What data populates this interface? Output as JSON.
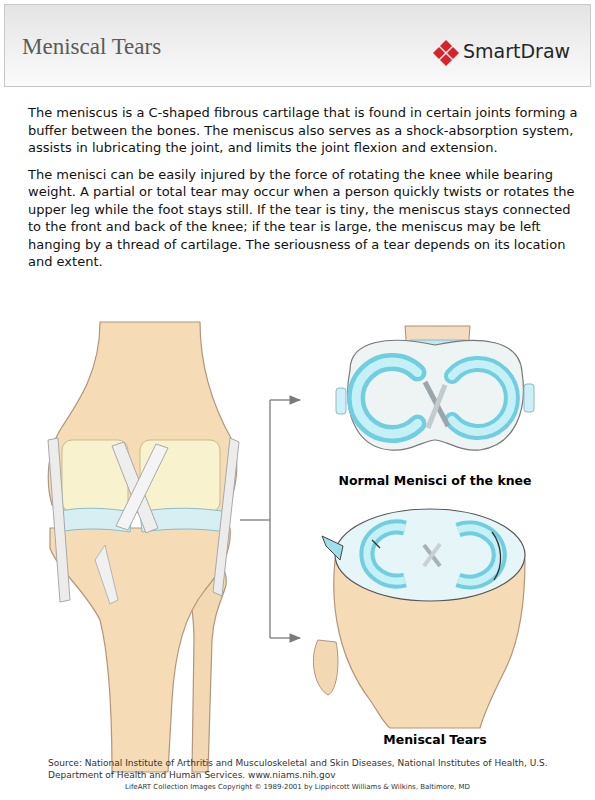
{
  "diagram": {
    "title": "Meniscal Tears",
    "labels": [
      "SmartDraw",
      "The meniscus is a C-shaped fibrous cartilage that is found in certain joints forming a buffer between the bones. The meniscus also serves as a shock-absorption system, assists in lubricating the joint, and limits the joint flexion and extension.",
      "The menisci can be easily injured by the force of rotating the knee while bearing weight. A partial or total tear may occur when a person quickly twists or rotates the upper leg while the foot stays still. If the tear is tiny, the meniscus stays connected to the front and back of the knee; if the tear is large, the meniscus may be left hanging by a thread of cartilage. The seriousness of a tear depends on its location and extent.",
      "Normal Menisci of the knee",
      "Meniscal Tears",
      "Source: National Institute of Arthritis and Musculoskeletal and Skin Diseases, National Institutes of Health, U.S. Department of Health and Human Services. www.niams.nih.gov",
      "LifeART Collection Images Copyright © 1989-2001 by Lippincott Williams & Wilkins, Baltimore, MD"
    ]
  }
}
